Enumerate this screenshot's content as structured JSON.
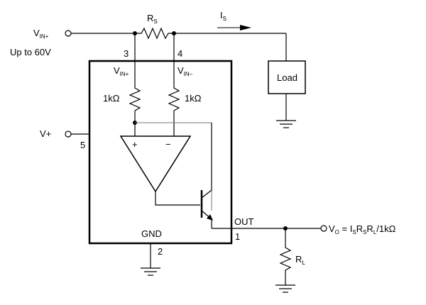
{
  "inputs": {
    "vin_plus": {
      "main": "V",
      "sub": "IN+"
    },
    "range_note": "Up to 60V",
    "v_plus": "V+"
  },
  "sense_resistor": {
    "main": "R",
    "sub": "S"
  },
  "current": {
    "main": "I",
    "sub": "S"
  },
  "load_label": "Load",
  "pins": {
    "pin3": "3",
    "pin4": "4",
    "pin5": "5",
    "pin2": "2",
    "pin1": "1"
  },
  "ic": {
    "vin_plus_pin": {
      "main": "V",
      "sub": "IN+"
    },
    "vin_minus_pin": {
      "main": "V",
      "sub": "IN–"
    },
    "r_left": "1kΩ",
    "r_right": "1kΩ",
    "opamp_plus": "+",
    "opamp_minus": "−",
    "gnd": "GND",
    "out": "OUT"
  },
  "output": {
    "formula": {
      "t1": "V",
      "s1": "O",
      "t2": " = I",
      "s2": "S",
      "t3": "R",
      "s3": "S",
      "t4": "R",
      "s4": "L",
      "t5": "/1kΩ"
    }
  },
  "load_resistor": {
    "main": "R",
    "sub": "L"
  }
}
